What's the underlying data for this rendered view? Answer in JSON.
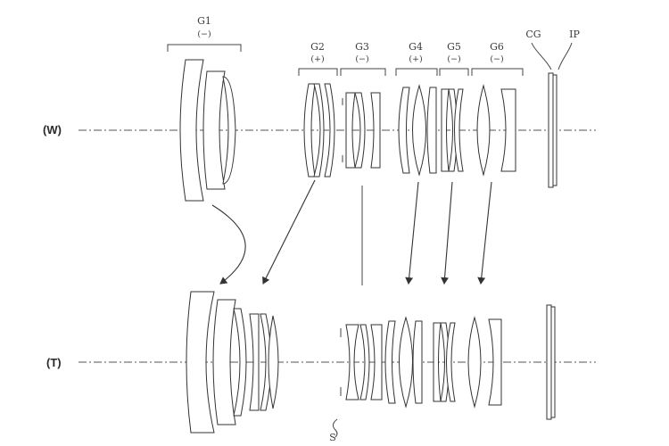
{
  "positions": {
    "wide": "(W)",
    "tele": "(T)"
  },
  "groups": [
    {
      "id": "g1",
      "name": "G1",
      "sign": "(−)"
    },
    {
      "id": "g2",
      "name": "G2",
      "sign": "(+)"
    },
    {
      "id": "g3",
      "name": "G3",
      "sign": "(−)"
    },
    {
      "id": "g4",
      "name": "G4",
      "sign": "(+)"
    },
    {
      "id": "g5",
      "name": "G5",
      "sign": "(−)"
    },
    {
      "id": "g6",
      "name": "G6",
      "sign": "(−)"
    }
  ],
  "labels": {
    "cover_glass": "CG",
    "image_plane": "IP",
    "stop": "S"
  }
}
